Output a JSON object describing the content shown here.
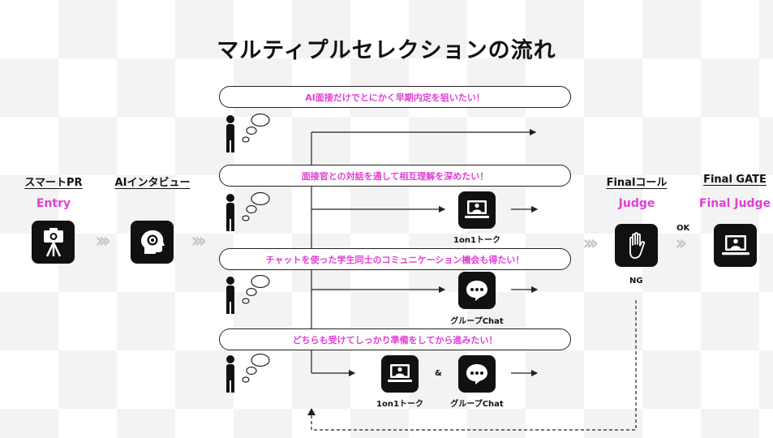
{
  "title": "マルティプルセレクションの流れ",
  "stages": {
    "pr": {
      "label": "スマートPR",
      "sub": "Entry"
    },
    "ai": {
      "label": "AIインタビュー"
    },
    "final_call": {
      "label": "Finalコール",
      "sub": "Judge"
    },
    "final_gate": {
      "label": "Final GATE",
      "sub": "Final Judge"
    }
  },
  "bubbles": [
    "AI面接だけでとにかく早期内定を狙いたい！",
    "面接官との対話を通して相互理解を深めたい！",
    "チャットを使った学生同士のコミュニケーション機会も得たい！",
    "どちらも受けてしっかり準備をしてから進みたい！"
  ],
  "options": {
    "one_on_one": "1on1トーク",
    "group_chat": "グループChat",
    "both_connector": "&"
  },
  "judge": {
    "ok": "OK",
    "ng": "NG"
  },
  "colors": {
    "accent": "#e040d4",
    "icon_bg": "#111111",
    "chevron": "#c8c8c8"
  }
}
